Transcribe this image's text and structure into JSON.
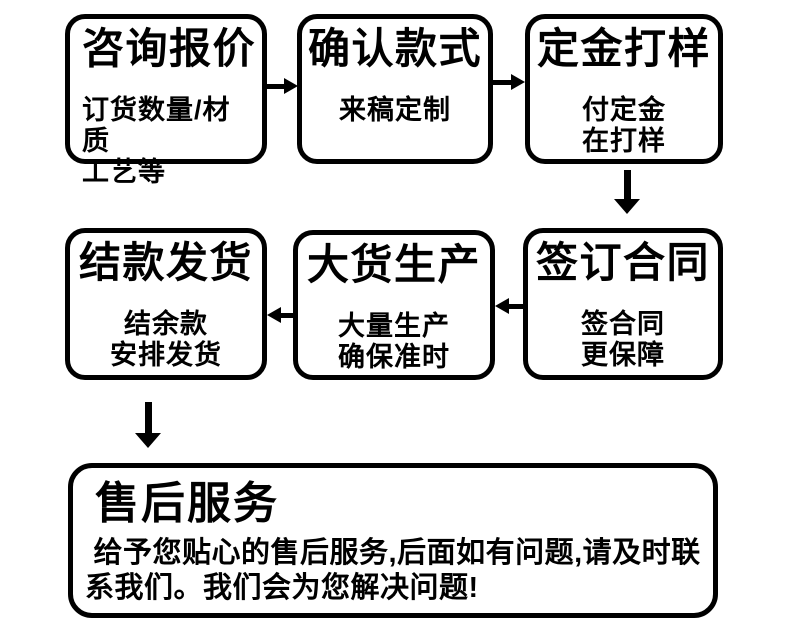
{
  "colors": {
    "ink": "#000000",
    "background": "#ffffff"
  },
  "steps": {
    "step1": {
      "title": "咨询报价",
      "lines": [
        "订货数量/材质",
        "工艺等"
      ]
    },
    "step2": {
      "title": "确认款式",
      "lines": [
        "来稿定制"
      ]
    },
    "step3": {
      "title": "定金打样",
      "lines": [
        "付定金",
        "在打样"
      ]
    },
    "step4": {
      "title": "签订合同",
      "lines": [
        "签合同",
        "更保障"
      ]
    },
    "step5": {
      "title": "大货生产",
      "lines": [
        "大量生产",
        "确保准时"
      ]
    },
    "step6": {
      "title": "结款发货",
      "lines": [
        "结余款",
        "安排发货"
      ]
    },
    "after_sales": {
      "title": "售后服务",
      "lines": [
        " 给予您贴心的售后服务,后面如有问题,请及时联",
        "系我们。我们会为您解决问题!"
      ]
    }
  }
}
